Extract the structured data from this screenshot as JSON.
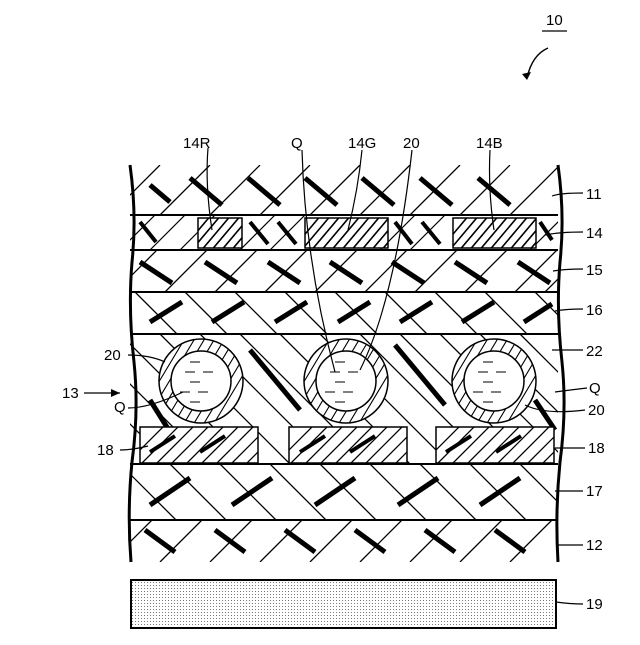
{
  "figure_number": "10",
  "labels": {
    "l14R": "14R",
    "lQtop": "Q",
    "l14G": "14G",
    "l20top": "20",
    "l14B": "14B",
    "l11": "11",
    "l14": "14",
    "l15": "15",
    "l16": "16",
    "l22": "22",
    "l20left": "20",
    "l13": "13",
    "lQleft": "Q",
    "l18left": "18",
    "lQright": "Q",
    "l20right": "20",
    "l18right": "18",
    "l17": "17",
    "l12": "12",
    "l19": "19"
  }
}
